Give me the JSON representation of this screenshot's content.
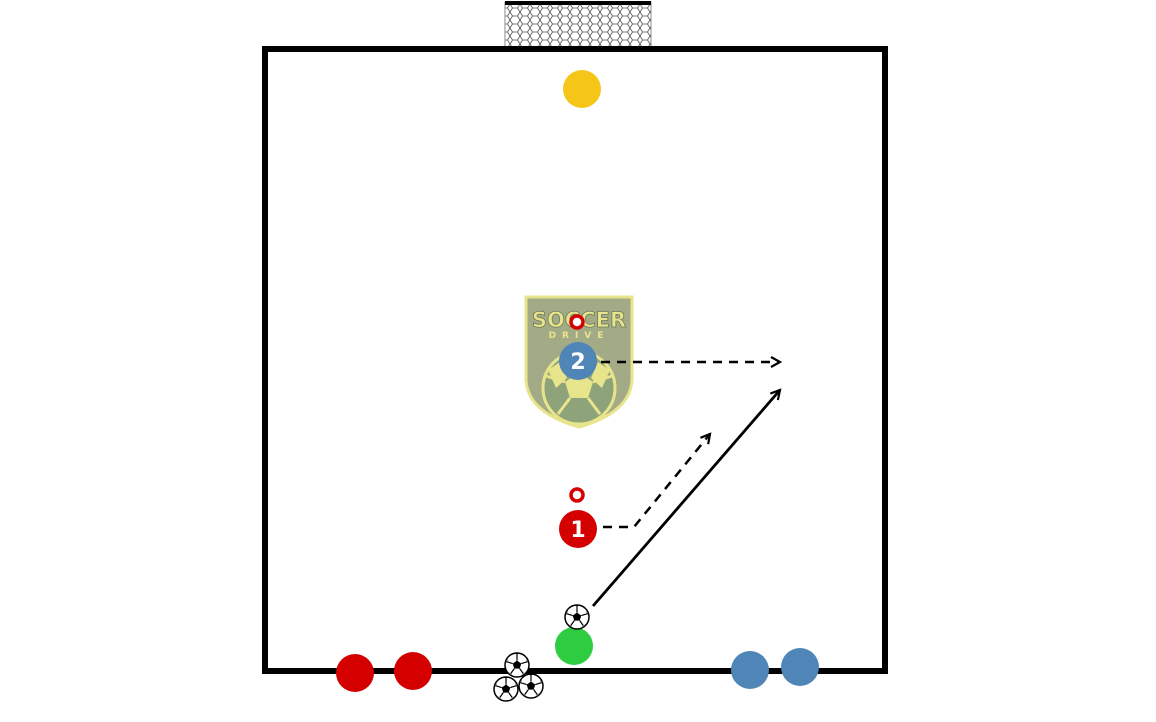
{
  "logo": {
    "line1": "SOCCER",
    "line2": "DRIVE"
  },
  "players": [
    {
      "label": "1",
      "color": "#d40000"
    },
    {
      "label": "2",
      "color": "#4f86b7"
    }
  ],
  "colors": {
    "field_line": "#000000",
    "red_team": "#d40000",
    "blue_team": "#4f86b7",
    "goalkeeper": "#f5c518",
    "server": "#2ecc40",
    "cone": "#d40000",
    "logo_bg": "#a3ab86",
    "logo_accent": "#e8e48c"
  },
  "icons": {
    "goal": "goal-net-icon",
    "ball": "soccer-ball-icon",
    "cone": "cone-marker-icon"
  }
}
